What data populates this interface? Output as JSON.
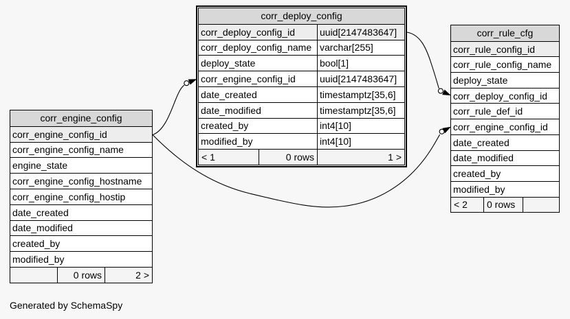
{
  "caption": "Generated by SchemaSpy",
  "colors": {
    "background": "#f7f7f7",
    "table_bg": "#ffffff",
    "header_bg": "#d8d8d8",
    "pk_row_bg": "#ededed",
    "footer_bg": "#f4f4f4",
    "border": "#000000",
    "edge": "#000000"
  },
  "tables": [
    {
      "id": "engine",
      "name": "corr_engine_config",
      "columns": [
        {
          "name": "corr_engine_config_id",
          "pk": true
        },
        {
          "name": "corr_engine_config_name"
        },
        {
          "name": "engine_state"
        },
        {
          "name": "corr_engine_config_hostname"
        },
        {
          "name": "corr_engine_config_hostip"
        },
        {
          "name": "date_created"
        },
        {
          "name": "date_modified"
        },
        {
          "name": "created_by"
        },
        {
          "name": "modified_by"
        }
      ],
      "footer": {
        "left": "",
        "middle": "0 rows",
        "right": "2 >"
      }
    },
    {
      "id": "deploy",
      "name": "corr_deploy_config",
      "columns": [
        {
          "name": "corr_deploy_config_id",
          "type": "uuid[2147483647]",
          "pk": true
        },
        {
          "name": "corr_deploy_config_name",
          "type": "varchar[255]"
        },
        {
          "name": "deploy_state",
          "type": "bool[1]"
        },
        {
          "name": "corr_engine_config_id",
          "type": "uuid[2147483647]"
        },
        {
          "name": "date_created",
          "type": "timestamptz[35,6]"
        },
        {
          "name": "date_modified",
          "type": "timestamptz[35,6]"
        },
        {
          "name": "created_by",
          "type": "int4[10]"
        },
        {
          "name": "modified_by",
          "type": "int4[10]"
        }
      ],
      "footer": {
        "left": "< 1",
        "middle": "0 rows",
        "right": "1 >"
      }
    },
    {
      "id": "rule",
      "name": "corr_rule_cfg",
      "columns": [
        {
          "name": "corr_rule_config_id",
          "pk": true
        },
        {
          "name": "corr_rule_config_name"
        },
        {
          "name": "deploy_state"
        },
        {
          "name": "corr_deploy_config_id"
        },
        {
          "name": "corr_rule_def_id"
        },
        {
          "name": "corr_engine_config_id"
        },
        {
          "name": "date_created"
        },
        {
          "name": "date_modified"
        },
        {
          "name": "created_by"
        },
        {
          "name": "modified_by"
        }
      ],
      "footer": {
        "left": "< 2",
        "middle": "0 rows",
        "right": ""
      }
    }
  ],
  "relationships": [
    {
      "from": "corr_engine_config.corr_engine_config_id",
      "to": "corr_deploy_config.corr_engine_config_id"
    },
    {
      "from": "corr_deploy_config.corr_deploy_config_id",
      "to": "corr_rule_cfg.corr_deploy_config_id"
    },
    {
      "from": "corr_engine_config.corr_engine_config_id",
      "to": "corr_rule_cfg.corr_engine_config_id"
    }
  ]
}
